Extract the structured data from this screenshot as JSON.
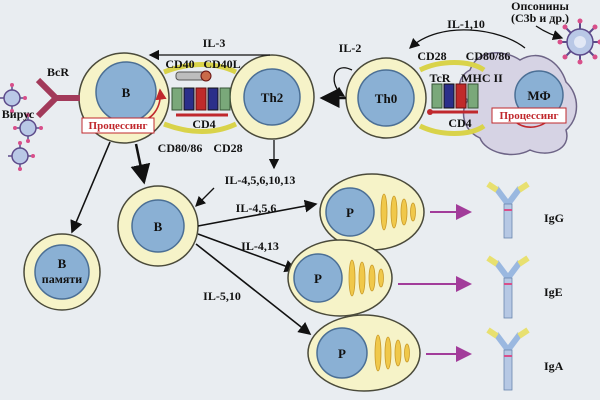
{
  "diagram": {
    "top_right_label_line1": "Опсонины",
    "top_right_label_line2": "(C3b и др.)",
    "il_1_10": "IL-1,10",
    "il_2": "IL-2",
    "il_3": "IL-3",
    "il_4_5_6_10_13": "IL-4,5,6,10,13",
    "il_4_5_6": "IL-4,5,6",
    "il_4_13": "IL-4,13",
    "il_5_10": "IL-5,10",
    "cd40": "CD40",
    "cd40l": "CD40L",
    "cd4_left": "CD4",
    "cd80_86_left": "CD80/86",
    "cd28_left": "CD28",
    "cd28_right": "CD28",
    "cd80_86_right": "CD80/86",
    "tcr": "TcR",
    "mhc2": "MHC II",
    "cd4_right": "CD4",
    "bcr": "BcR",
    "virus": "Вирус",
    "processing_left": "Процессинг",
    "processing_right": "Процессинг",
    "cell_b_main": "B",
    "cell_th2": "Th2",
    "cell_th0": "Th0",
    "cell_mf": "МФ",
    "cell_b_second": "B",
    "cell_memory_line1": "B",
    "cell_memory_line2": "памяти",
    "cell_p1": "P",
    "cell_p2": "P",
    "cell_p3": "P",
    "igg": "IgG",
    "ige": "IgE",
    "iga": "IgA"
  }
}
